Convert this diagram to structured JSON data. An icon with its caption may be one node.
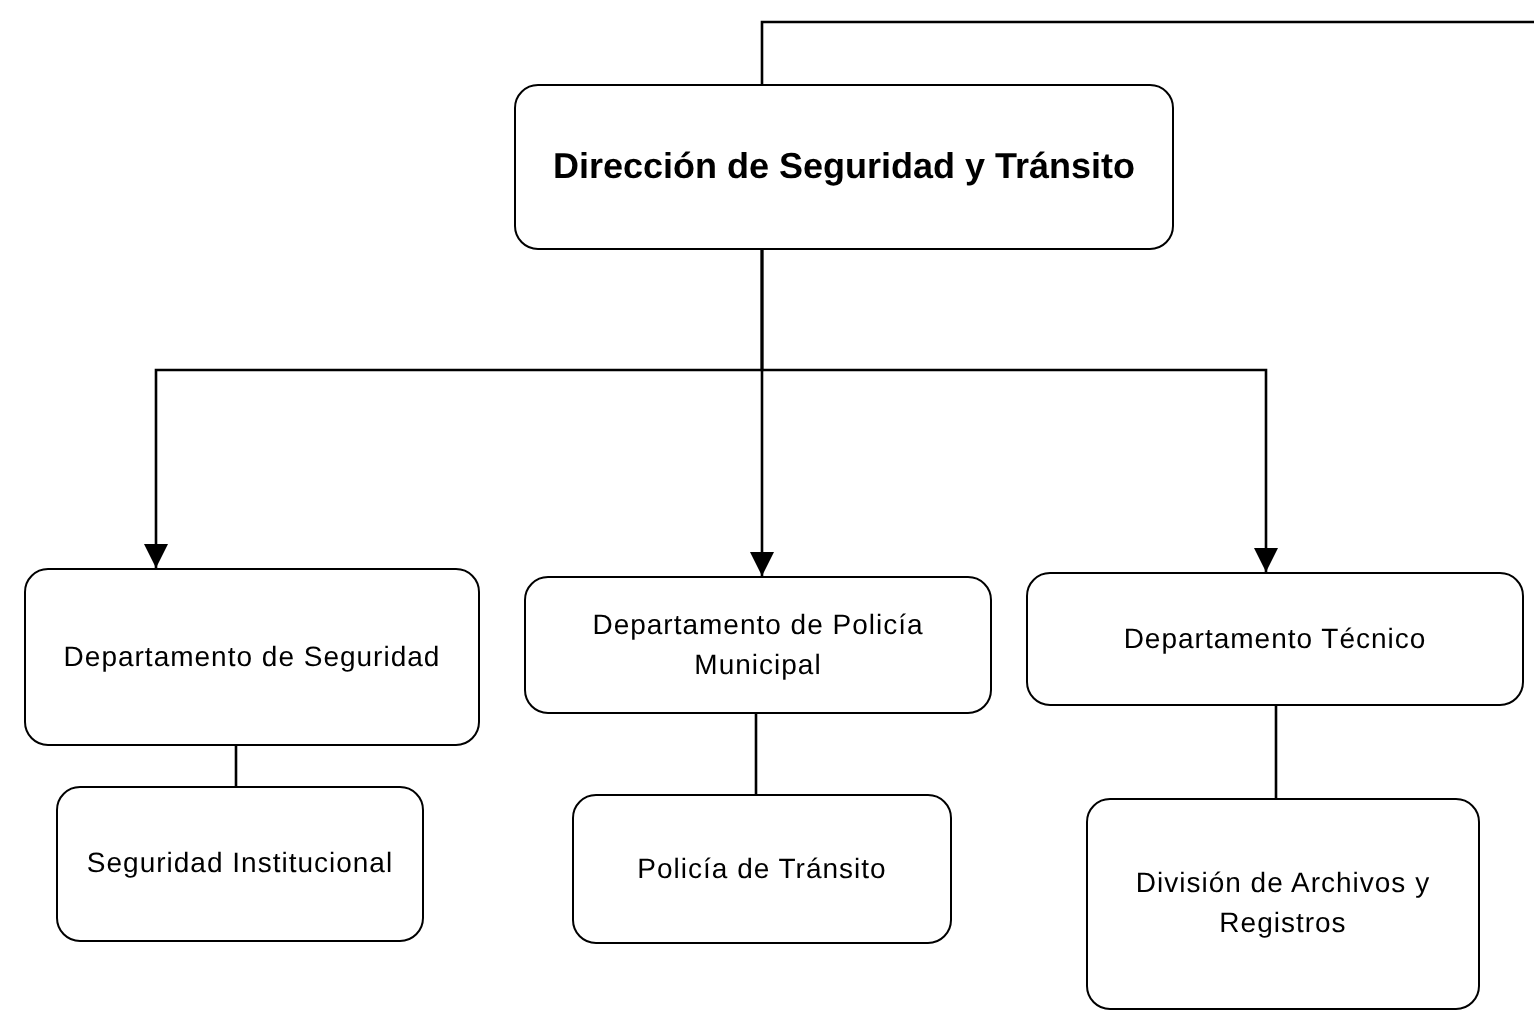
{
  "diagram": {
    "nodes": [
      {
        "text": [
          "Dirección de Seguridad y Tránsito"
        ]
      },
      {
        "text": [
          "Departamento de Seguridad"
        ]
      },
      {
        "text": [
          "Departamento de Policía Municipal"
        ]
      },
      {
        "text": [
          "Departamento Técnico"
        ]
      },
      {
        "text": [
          "Seguridad Institucional"
        ]
      },
      {
        "text": [
          "Policía de Tránsito"
        ]
      },
      {
        "text": [
          "División de Archivos y Registros"
        ]
      }
    ],
    "edges": [
      {
        "from": 0,
        "to": null,
        "arrow": "none"
      },
      {
        "from": 0,
        "to": 1,
        "arrow": "to"
      },
      {
        "from": 0,
        "to": 2,
        "arrow": "to"
      },
      {
        "from": 0,
        "to": 3,
        "arrow": "to"
      },
      {
        "from": 1,
        "to": 4,
        "arrow": "none"
      },
      {
        "from": 2,
        "to": 5,
        "arrow": "none"
      },
      {
        "from": 3,
        "to": 6,
        "arrow": "none"
      }
    ]
  }
}
